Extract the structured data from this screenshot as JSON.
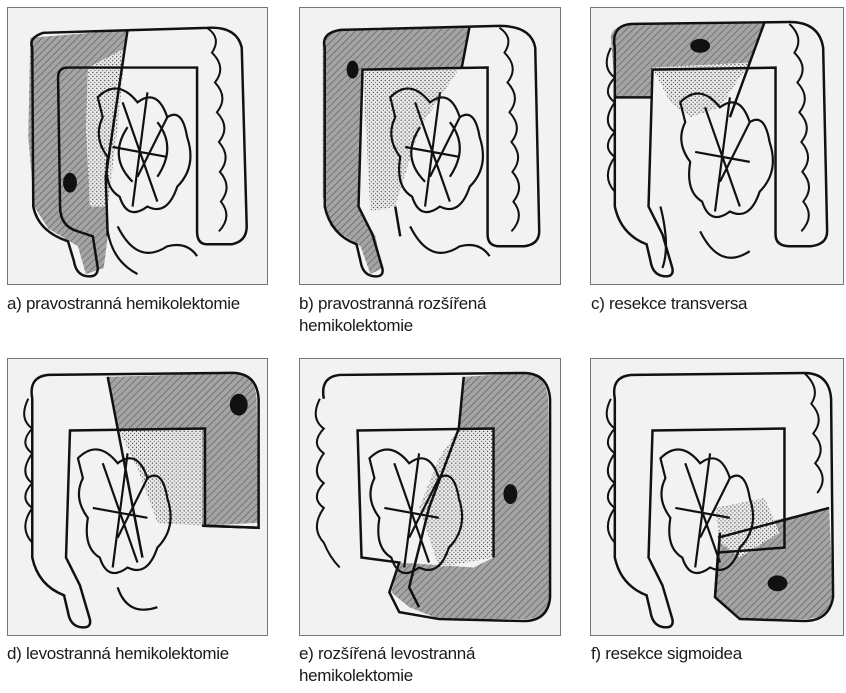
{
  "panels": [
    {
      "id": "a",
      "caption": "a) pravostranná hemikolektomie",
      "resected_segment": "right"
    },
    {
      "id": "b",
      "caption": "b) pravostranná rozšířená\nhemikolektomie",
      "resected_segment": "extended-right"
    },
    {
      "id": "c",
      "caption": "c) resekce transversa",
      "resected_segment": "transverse"
    },
    {
      "id": "d",
      "caption": "d) levostranná hemikolektomie",
      "resected_segment": "left"
    },
    {
      "id": "e",
      "caption": "e) rozšířená levostranná\nhemikolektomie",
      "resected_segment": "extended-left"
    },
    {
      "id": "f",
      "caption": "f) resekce sigmoidea",
      "resected_segment": "sigmoid"
    }
  ],
  "colors": {
    "resected_fill": "#9a9a9a",
    "mesentery_stipple": "#e0e0e0",
    "outline": "#111111",
    "tumor": "#111111",
    "frame_bg": "#f2f2f2"
  }
}
